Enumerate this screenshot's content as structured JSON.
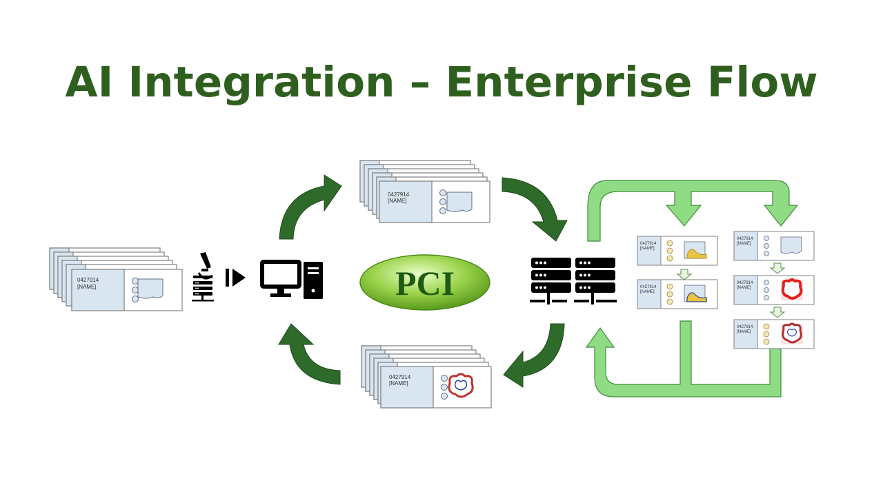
{
  "title": "AI Integration – Enterprise Flow",
  "slide": {
    "id": "0427914",
    "name": "[NAME]"
  },
  "logo": {
    "text": "PCI"
  },
  "colors": {
    "title": "#2f5f1e",
    "dark_arrow": "#2e6b2a",
    "light_arrow": "#8fdc84",
    "light_arrow_stroke": "#3f8c3a",
    "slide_label": "#d9e6f2",
    "slide_border": "#808080",
    "logo_green": "#7cc23a"
  },
  "icons": [
    "microscope-icon",
    "play-step-icon",
    "workstation-icon",
    "server-icon"
  ]
}
